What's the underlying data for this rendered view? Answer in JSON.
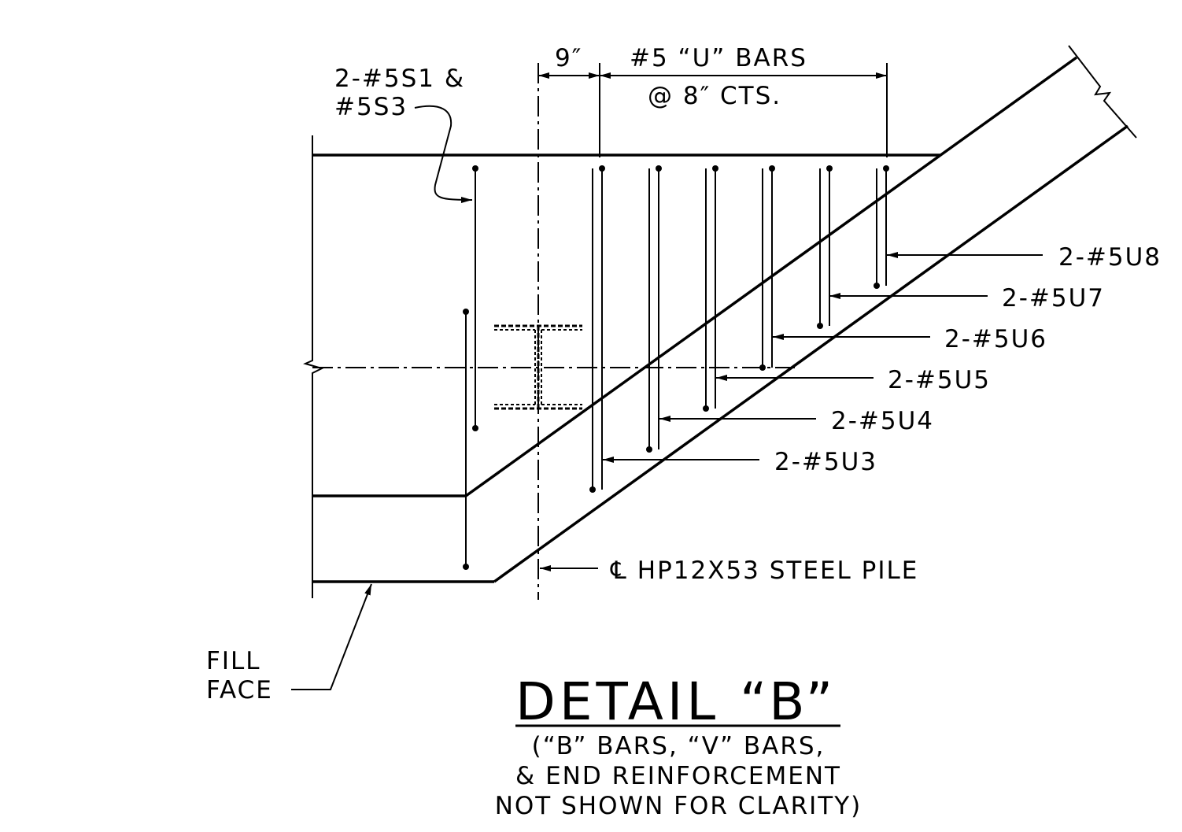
{
  "detail_title": "DETAIL “B”",
  "detail_note": [
    "(“B” BARS, “V” BARS,",
    "& END REINFORCEMENT",
    "NOT SHOWN FOR CLARITY)"
  ],
  "dimensions": {
    "offset": "9″",
    "u_bars_line1": "#5 “U” BARS",
    "u_bars_line2": "@ 8″ CTS."
  },
  "s_bars_label": [
    "2-#5S1 &",
    "#5S3"
  ],
  "u_bar_labels": [
    "2-#5U8",
    "2-#5U7",
    "2-#5U6",
    "2-#5U5",
    "2-#5U4",
    "2-#5U3"
  ],
  "pile_label": "℄ HP12X53 STEEL PILE",
  "fill_face_label": [
    "FILL",
    "FACE"
  ]
}
